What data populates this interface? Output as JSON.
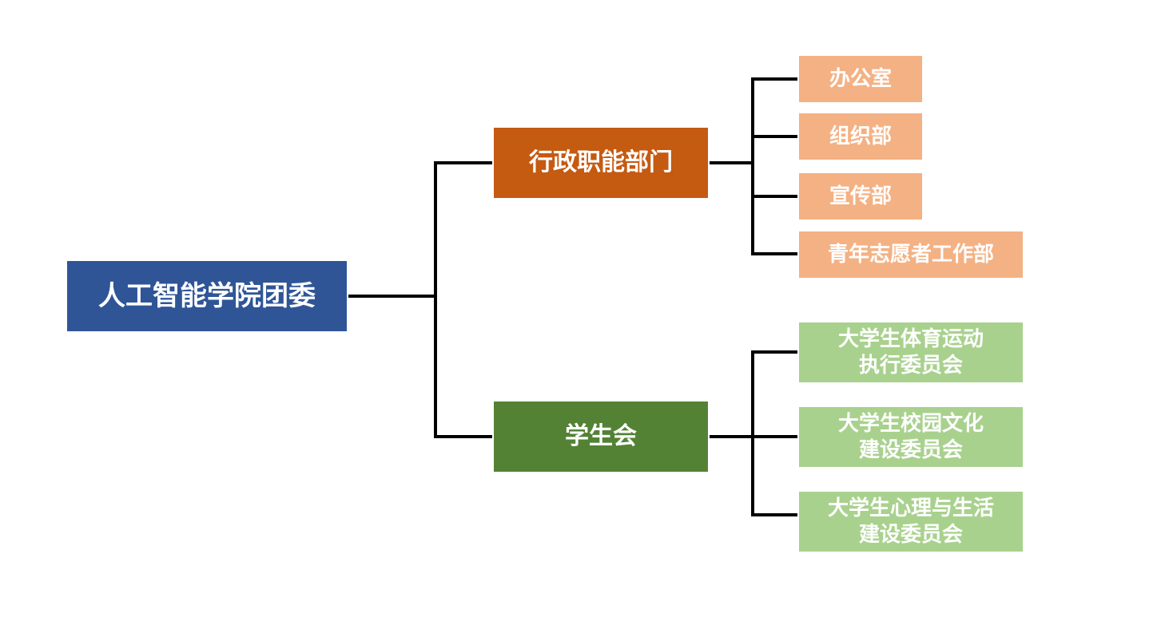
{
  "diagram": {
    "root": {
      "label": "人工智能学院团委",
      "color": "#2F5597"
    },
    "branches": [
      {
        "label": "行政职能部门",
        "color": "#C55A11",
        "child_color": "#F4B183",
        "children": [
          "办公室",
          "组织部",
          "宣传部",
          "青年志愿者工作部"
        ]
      },
      {
        "label": "学生会",
        "color": "#548235",
        "child_color": "#A9D18E",
        "children": [
          "大学生体育运动\n执行委员会",
          "大学生校园文化\n建设委员会",
          "大学生心理与生活\n建设委员会"
        ]
      }
    ],
    "connector_color": "#000000"
  }
}
